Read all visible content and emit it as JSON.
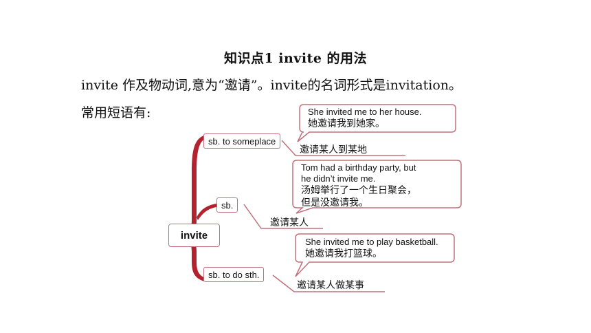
{
  "heading": "知识点1 invite 的用法",
  "paragraph1": "invite 作及物动词,意为“邀请”。invite的名词形式是invitation。",
  "paragraph2": "常用短语有:",
  "diagram": {
    "root": "invite",
    "branches": [
      {
        "phrase": "sb. to someplace",
        "meaning": "邀请某人到某地",
        "example_en": "She invited me to her house.",
        "example_zh": "她邀请我到她家。"
      },
      {
        "phrase": "sb.",
        "meaning": "邀请某人",
        "example_en_line1": "Tom had a birthday party, but",
        "example_en_line2": "he didn’t invite me.",
        "example_zh_line1": "汤姆举行了一个生日聚会，",
        "example_zh_line2": "但是没邀请我。"
      },
      {
        "phrase": "sb. to do sth.",
        "meaning": "邀请某人做某事",
        "example_en": "She invited me to play basketball.",
        "example_zh": "她邀请我打篮球。"
      }
    ]
  },
  "colors": {
    "brace": "#b3222f",
    "border": "#c0707a",
    "underline": "#c0707a"
  }
}
